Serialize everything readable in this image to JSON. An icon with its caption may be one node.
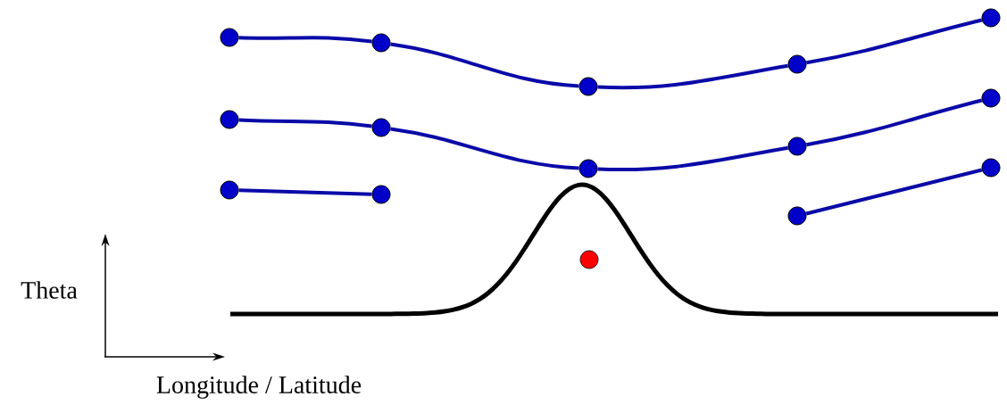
{
  "diagram": {
    "nodes": [
      {
        "text": [],
        "shape": "circle"
      },
      {
        "text": [],
        "shape": "circle"
      },
      {
        "text": [],
        "shape": "circle"
      },
      {
        "text": [],
        "shape": "circle"
      },
      {
        "text": [],
        "shape": "circle"
      },
      {
        "text": [],
        "shape": "circle"
      },
      {
        "text": [],
        "shape": "circle"
      },
      {
        "text": [],
        "shape": "circle"
      },
      {
        "text": [],
        "shape": "circle"
      },
      {
        "text": [],
        "shape": "circle"
      },
      {
        "text": [],
        "shape": "circle"
      },
      {
        "text": [],
        "shape": "circle"
      },
      {
        "text": [],
        "shape": "circle"
      },
      {
        "text": [],
        "shape": "circle"
      }
    ],
    "edges": [
      {
        "from": 0,
        "to": 1,
        "arrow": "none"
      },
      {
        "from": 1,
        "to": 2,
        "arrow": "none"
      },
      {
        "from": 2,
        "to": 3,
        "arrow": "none"
      },
      {
        "from": 3,
        "to": 4,
        "arrow": "none"
      },
      {
        "from": 5,
        "to": 6,
        "arrow": "none"
      },
      {
        "from": 6,
        "to": 7,
        "arrow": "none"
      },
      {
        "from": 7,
        "to": 8,
        "arrow": "none"
      },
      {
        "from": 8,
        "to": 9,
        "arrow": "none"
      },
      {
        "from": 10,
        "to": 11,
        "arrow": "none"
      },
      {
        "from": 12,
        "to": 13,
        "arrow": "none"
      }
    ],
    "labels": [
      "Theta",
      "Longitude / Latitude"
    ]
  }
}
